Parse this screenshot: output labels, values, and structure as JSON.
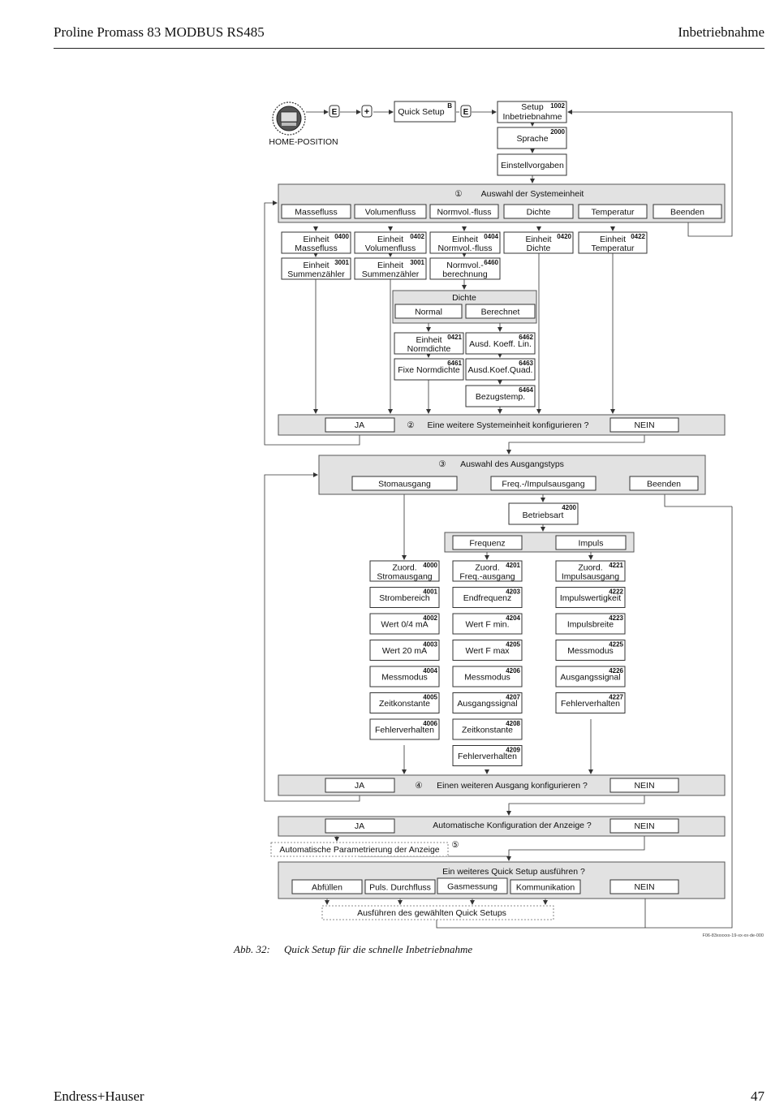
{
  "header": {
    "left": "Proline Promass 83 MODBUS RS485",
    "right": "Inbetriebnahme"
  },
  "footer": {
    "left": "Endress+Hauser",
    "right": "47"
  },
  "caption": {
    "label": "Abb. 32:",
    "text": "Quick Setup für die schnelle Inbetriebnahme"
  },
  "figure_ref": "F06-83xxxxxx-19-xx-xx-de-000",
  "flow": {
    "home_label": "HOME-POSITION",
    "key_e": "E",
    "key_plus": "+",
    "quick_setup": "Quick Setup",
    "quick_setup_code": "B",
    "setup": {
      "l1": "Setup",
      "l2": "Inbetriebnahme",
      "code": "1002"
    },
    "sprache": {
      "l1": "Sprache",
      "code": "2000"
    },
    "einstellvorgaben": "Einstellvorgaben",
    "marker1": "①",
    "marker2": "②",
    "marker3": "③",
    "marker4": "④",
    "marker5": "⑤",
    "sys_title": "Auswahl der Systemeinheit",
    "sys_opts": [
      "Masseﬂuss",
      "Volumenﬂuss",
      "Normvol.-ﬂuss",
      "Dichte",
      "Temperatur",
      "Beenden"
    ],
    "u0400": {
      "l1": "Einheit",
      "l2": "Masseﬂuss",
      "code": "0400"
    },
    "u0402": {
      "l1": "Einheit",
      "l2": "Volumenﬂuss",
      "code": "0402"
    },
    "u0404": {
      "l1": "Einheit",
      "l2": "Normvol.-ﬂuss",
      "code": "0404"
    },
    "u0420": {
      "l1": "Einheit",
      "l2": "Dichte",
      "code": "0420"
    },
    "u0422": {
      "l1": "Einheit",
      "l2": "Temperatur",
      "code": "0422"
    },
    "s3001a": {
      "l1": "Einheit",
      "l2": "Summenzähler",
      "code": "3001"
    },
    "s3001b": {
      "l1": "Einheit",
      "l2": "Summenzähler",
      "code": "3001"
    },
    "n6460": {
      "l1": "Normvol.-",
      "l2": "berechnung",
      "code": "6460"
    },
    "dichte_title": "Dichte",
    "dichte_opts": [
      "Normal",
      "Berechnet"
    ],
    "n0421": {
      "l1": "Einheit",
      "l2": "Normdichte",
      "code": "0421"
    },
    "n6461": {
      "l1": "Fixe Normdichte",
      "code": "6461"
    },
    "n6462": {
      "l1": "Ausd. Koeff. Lin.",
      "code": "6462"
    },
    "n6463": {
      "l1": "Ausd.Koef.Quad.",
      "code": "6463"
    },
    "n6464": {
      "l1": "Bezugstemp.",
      "code": "6464"
    },
    "q2": {
      "ja": "JA",
      "text": "Eine weitere Systemeinheit konﬁgurieren ?",
      "nein": "NEIN"
    },
    "out_title": "Auswahl des Ausgangstyps",
    "out_opts": [
      "Stomausgang",
      "Freq.-/Impulsausgang",
      "Beenden"
    ],
    "b4200": {
      "l1": "Betriebsart",
      "code": "4200"
    },
    "fi_opts": [
      "Frequenz",
      "Impuls"
    ],
    "col_strom": [
      {
        "l1": "Zuord.",
        "l2": "Stromausgang",
        "code": "4000"
      },
      {
        "l1": "Strombereich",
        "code": "4001"
      },
      {
        "l1": "Wert 0/4 mA",
        "code": "4002"
      },
      {
        "l1": "Wert 20 mA",
        "code": "4003"
      },
      {
        "l1": "Messmodus",
        "code": "4004"
      },
      {
        "l1": "Zeitkonstante",
        "code": "4005"
      },
      {
        "l1": "Fehlerverhalten",
        "code": "4006"
      }
    ],
    "col_freq": [
      {
        "l1": "Zuord.",
        "l2": "Freq.-ausgang",
        "code": "4201"
      },
      {
        "l1": "Endfrequenz",
        "code": "4203"
      },
      {
        "l1": "Wert F min.",
        "code": "4204"
      },
      {
        "l1": "Wert F max",
        "code": "4205"
      },
      {
        "l1": "Messmodus",
        "code": "4206"
      },
      {
        "l1": "Ausgangssignal",
        "code": "4207"
      },
      {
        "l1": "Zeitkonstante",
        "code": "4208"
      },
      {
        "l1": "Fehlerverhalten",
        "code": "4209"
      }
    ],
    "col_imp": [
      {
        "l1": "Zuord.",
        "l2": "Impulsausgang",
        "code": "4221"
      },
      {
        "l1": "Impulswertigkeit",
        "code": "4222"
      },
      {
        "l1": "Impulsbreite",
        "code": "4223"
      },
      {
        "l1": "Messmodus",
        "code": "4225"
      },
      {
        "l1": "Ausgangssignal",
        "code": "4226"
      },
      {
        "l1": "Fehlerverhalten",
        "code": "4227"
      }
    ],
    "q4": {
      "ja": "JA",
      "text": "Einen weiteren Ausgang konﬁgurieren ?",
      "nein": "NEIN"
    },
    "q5": {
      "ja": "JA",
      "text": "Automatische Konﬁguration der Anzeige ?",
      "nein": "NEIN"
    },
    "auto_param": "Automatische Parametrierung der Anzeige",
    "qs_title": "Ein weiteres Quick Setup ausführen ?",
    "qs_opts": [
      "Abfüllen",
      "Puls. Durchﬂuss",
      "Gasmessung",
      "Kommunikation"
    ],
    "qs_nein": "NEIN",
    "run_qs": "Ausführen des gewählten Quick Setups"
  }
}
